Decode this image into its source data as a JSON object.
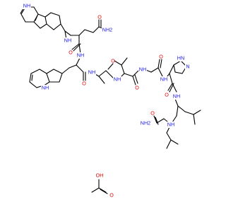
{
  "colors": {
    "carbon": "#000000",
    "nitrogen": "#1515e6",
    "oxygen": "#e60000",
    "background": "#ffffff"
  },
  "atoms": {
    "nh_trp_ring": "NH",
    "nh_beta_carboline": "NH",
    "nh_imidazole": "HN",
    "n_imidazole": "N",
    "nh_amide": "NH",
    "nh_amine": "NH",
    "nh2_amide": "NH2",
    "oh": "OH",
    "o": "O"
  }
}
